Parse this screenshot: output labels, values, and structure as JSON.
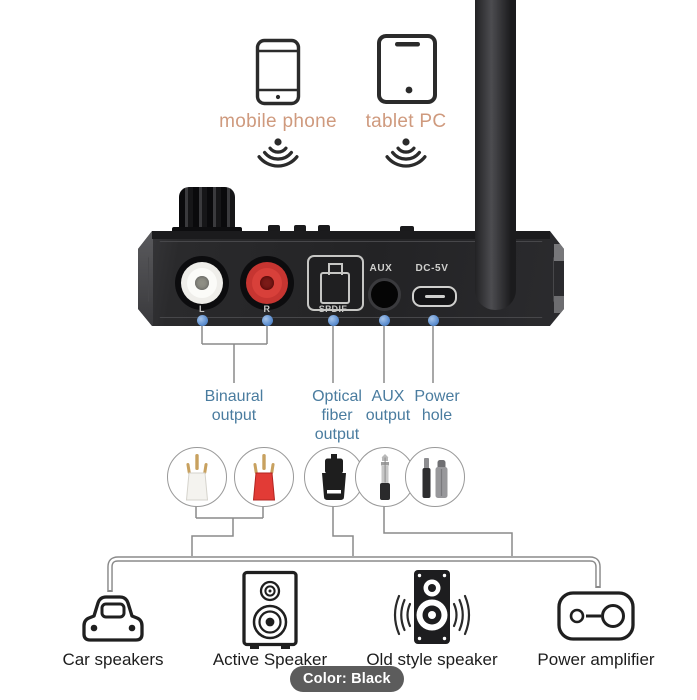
{
  "sources": {
    "items": [
      {
        "label": "mobile phone",
        "icon": "smartphone-icon"
      },
      {
        "label": "tablet PC",
        "icon": "tablet-icon"
      }
    ],
    "label_color": "#cf9a7e"
  },
  "device": {
    "name": "bluetooth-audio-receiver",
    "body_color": "#2a2a2c",
    "ports": [
      {
        "id": "rca-left",
        "label": "L"
      },
      {
        "id": "rca-right",
        "label": "R"
      },
      {
        "id": "spdif",
        "label": "SPDIF"
      },
      {
        "id": "aux",
        "label": "AUX"
      },
      {
        "id": "usb-c",
        "label": "DC-5V"
      }
    ]
  },
  "callouts": {
    "color": "#4a7c9f",
    "items": [
      {
        "label": "Binaural output"
      },
      {
        "label": "Optical fiber output"
      },
      {
        "label": "AUX output"
      },
      {
        "label": "Power hole"
      }
    ]
  },
  "connectors": {
    "items": [
      {
        "icon": "white-rca-plug-icon"
      },
      {
        "icon": "red-rca-plug-icon"
      },
      {
        "icon": "optical-toslink-plug-icon"
      },
      {
        "icon": "aux-3-5mm-plug-icon"
      },
      {
        "icon": "usb-c-plug-icon"
      }
    ]
  },
  "targets": {
    "items": [
      {
        "label": "Car speakers",
        "icon": "car-icon"
      },
      {
        "label": "Active Speaker",
        "icon": "active-speaker-icon"
      },
      {
        "label": "Old style speaker",
        "icon": "old-style-speaker-icon"
      },
      {
        "label": "Power amplifier",
        "icon": "power-amplifier-icon"
      }
    ]
  },
  "badge": {
    "label": "Color: Black",
    "bg": "#5c5c5c"
  },
  "colors": {
    "dot_blue": "#5d8fd0",
    "line_gray": "#8a8a8a",
    "rca_red": "#c63531"
  }
}
